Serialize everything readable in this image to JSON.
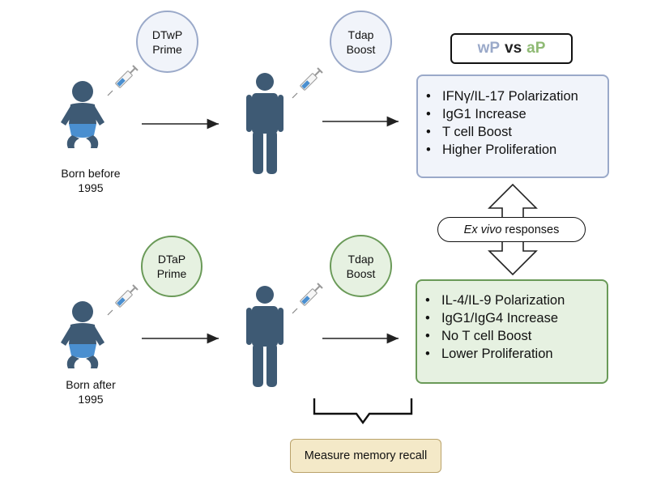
{
  "top": {
    "prime": {
      "line1": "DTwP",
      "line2": "Prime"
    },
    "boost": {
      "line1": "Tdap",
      "line2": "Boost"
    },
    "born": {
      "line1": "Born before",
      "line2": "1995"
    },
    "bullets": [
      "IFNγ/IL-17 Polarization",
      "IgG1 Increase",
      "T cell Boost",
      "Higher Proliferation"
    ]
  },
  "bottom": {
    "prime": {
      "line1": "DTaP",
      "line2": "Prime"
    },
    "boost": {
      "line1": "Tdap",
      "line2": "Boost"
    },
    "born": {
      "line1": "Born after",
      "line2": "1995"
    },
    "bullets": [
      "IL-4/IL-9 Polarization",
      "IgG1/IgG4 Increase",
      "No T cell Boost",
      "Lower Proliferation"
    ]
  },
  "comparison": {
    "wp": "wP",
    "vs": "vs",
    "ap": "aP"
  },
  "middle": {
    "italic": "Ex vivo",
    "rest": " responses"
  },
  "measure": "Measure memory recall",
  "colors": {
    "wp": "#9aa9c9",
    "ap": "#8fba74",
    "figure": "#3e5a74",
    "diaper": "#4a8fd0"
  }
}
